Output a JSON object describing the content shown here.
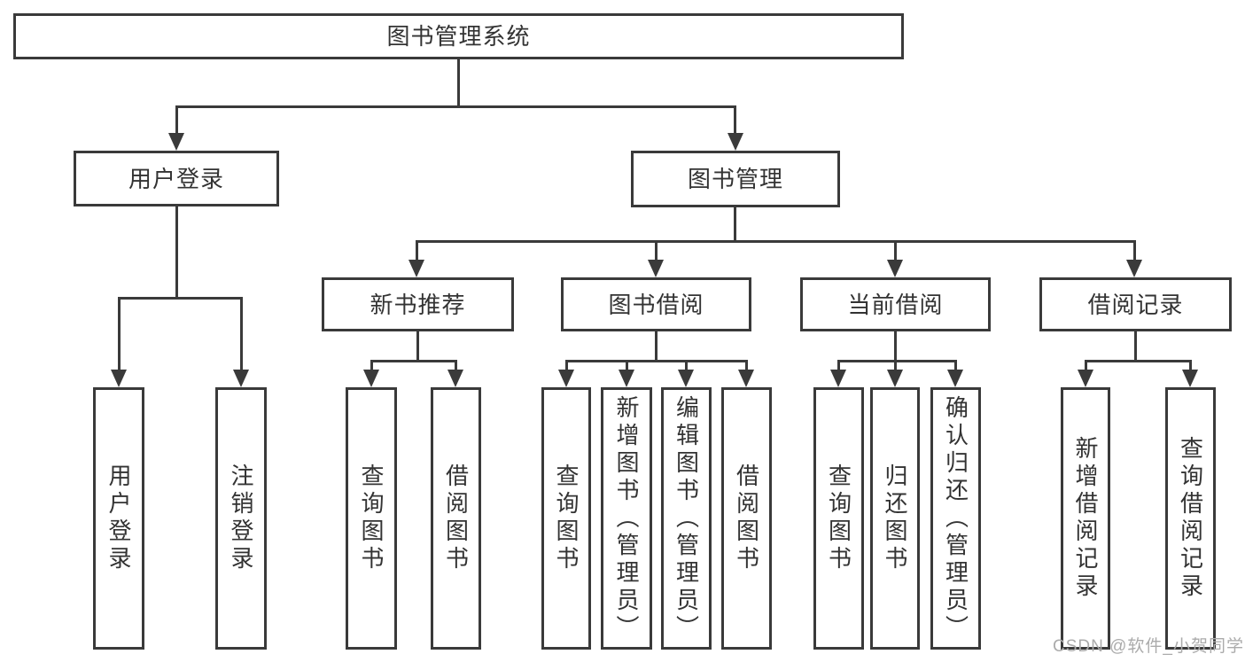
{
  "diagram": {
    "type": "hierarchy-tree",
    "root_label": "图书管理系统",
    "level1": {
      "user_login": "用户登录",
      "book_management": "图书管理"
    },
    "level2": {
      "new_book_recommendation": "新书推荐",
      "book_borrowing": "图书借阅",
      "current_borrowing": "当前借阅",
      "borrowing_records": "借阅记录"
    },
    "leaves": {
      "user_login": [
        "用户登录",
        "注销登录"
      ],
      "new_book_recommendation": [
        "查询图书",
        "借阅图书"
      ],
      "book_borrowing": [
        "查询图书",
        "新增图书（管理员）",
        "编辑图书（管理员）",
        "借阅图书"
      ],
      "current_borrowing": [
        "查询图书",
        "归还图书",
        "确认归还（管理员）"
      ],
      "borrowing_records": [
        "新增借阅记录",
        "查询借阅记录"
      ]
    }
  },
  "watermark": "CSDN @软件_小贺同学",
  "colors": {
    "line": "#3a3a3a",
    "text": "#333333",
    "watermark": "#ababab",
    "background": "#ffffff"
  }
}
